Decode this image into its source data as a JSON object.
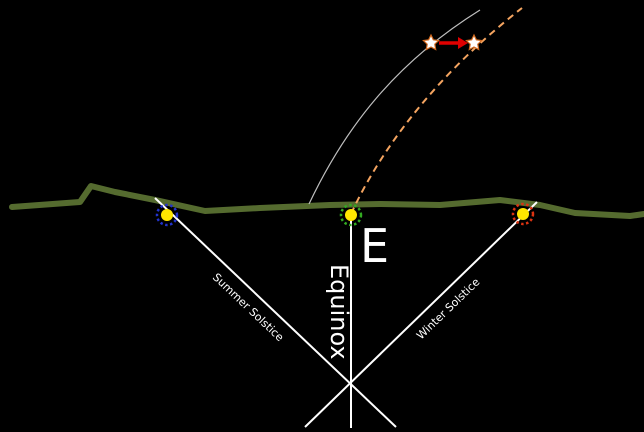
{
  "labels": {
    "east": "E",
    "equinox": "Equinox",
    "summer_solstice": "Summer Solstice",
    "winter_solstice": "Winter Solstice"
  },
  "colors": {
    "background": "#000000",
    "horizon": "#556b2f",
    "sightlines": "#ffffff",
    "arc_solid": "#bfbfbf",
    "arc_dashed": "#f4a460",
    "arrow": "#e00000",
    "sun_core": "#ffe600",
    "sun_summer_rays": "#2233cc",
    "sun_equinox_rays": "#33aa22",
    "sun_winter_rays": "#dd3311"
  },
  "icons": {
    "summer_sun": "sun-icon",
    "equinox_sun": "sun-icon",
    "winter_sun": "sun-icon",
    "star": "star-icon",
    "arrow": "arrow-right-icon"
  }
}
